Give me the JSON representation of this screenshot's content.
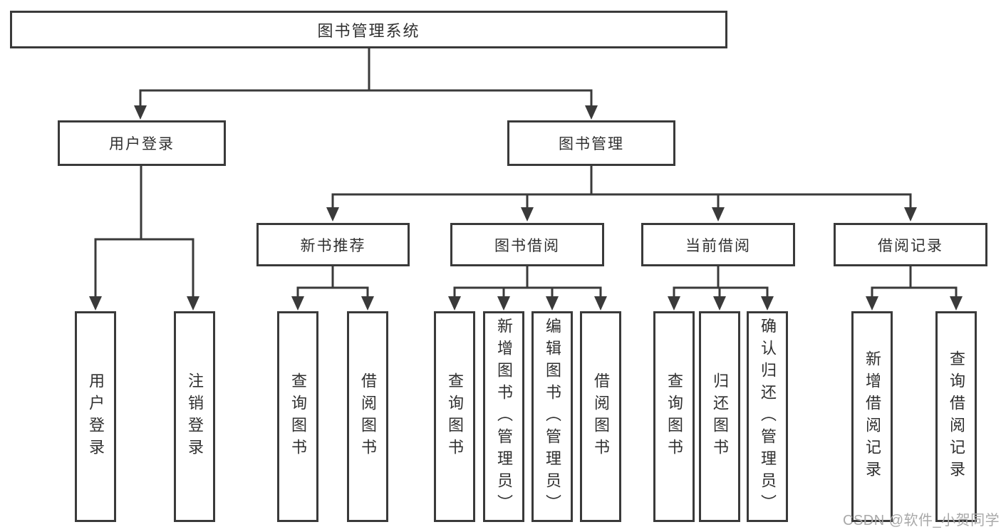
{
  "tree": {
    "root": "图书管理系统",
    "children": [
      {
        "label": "用户登录",
        "children": [
          {
            "label": "用户登录"
          },
          {
            "label": "注销登录"
          }
        ]
      },
      {
        "label": "图书管理",
        "children": [
          {
            "label": "新书推荐",
            "children": [
              {
                "label": "查询图书"
              },
              {
                "label": "借阅图书"
              }
            ]
          },
          {
            "label": "图书借阅",
            "children": [
              {
                "label": "查询图书"
              },
              {
                "label": "新增图书（管理员）"
              },
              {
                "label": "编辑图书（管理员）"
              },
              {
                "label": "借阅图书"
              }
            ]
          },
          {
            "label": "当前借阅",
            "children": [
              {
                "label": "查询图书"
              },
              {
                "label": "归还图书"
              },
              {
                "label": "确认归还（管理员）"
              }
            ]
          },
          {
            "label": "借阅记录",
            "children": [
              {
                "label": "新增借阅记录"
              },
              {
                "label": "查询借阅记录"
              }
            ]
          }
        ]
      }
    ]
  },
  "watermark": {
    "text": "CSDN @软件_小贺同学"
  },
  "colors": {
    "line": "#3a3a3a",
    "text": "#303030",
    "watermark": "#a8a8a8",
    "background": "#ffffff"
  }
}
